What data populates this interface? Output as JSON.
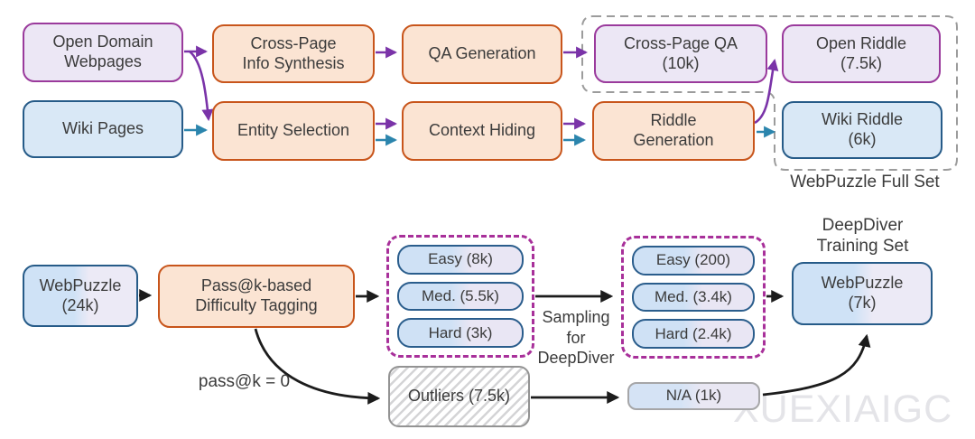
{
  "diagram_title": "WebPuzzle dataset construction pipeline",
  "top_flow": {
    "open_domain": {
      "label": "Open Domain\nWebpages"
    },
    "wiki_pages": {
      "label": "Wiki Pages"
    },
    "cross_page_synth": {
      "label": "Cross-Page\nInfo Synthesis"
    },
    "entity_selection": {
      "label": "Entity Selection"
    },
    "qa_generation": {
      "label": "QA Generation"
    },
    "context_hiding": {
      "label": "Context Hiding"
    },
    "cross_page_qa": {
      "label": "Cross-Page QA\n(10k)"
    },
    "riddle_generation": {
      "label": "Riddle\nGeneration"
    },
    "open_riddle": {
      "label": "Open Riddle\n(7.5k)"
    },
    "wiki_riddle": {
      "label": "Wiki Riddle\n(6k)"
    },
    "full_set_label": "WebPuzzle Full Set"
  },
  "bottom_flow": {
    "webpuzzle_24k": {
      "label": "WebPuzzle\n(24k)"
    },
    "difficulty_tagging": {
      "label": "Pass@k-based\nDifficulty Tagging"
    },
    "tagged_group": {
      "easy": "Easy (8k)",
      "med": "Med. (5.5k)",
      "hard": "Hard (3k)"
    },
    "sampled_group": {
      "easy": "Easy (200)",
      "med": "Med. (3.4k)",
      "hard": "Hard (2.4k)"
    },
    "sampling_label": "Sampling\nfor\nDeepDiver",
    "passk_label": "pass@k = 0",
    "outliers": {
      "label": "Outliers (7.5k)"
    },
    "na": {
      "label": "N/A (1k)"
    },
    "training_set_label": "DeepDiver\nTraining Set",
    "webpuzzle_7k": {
      "label": "WebPuzzle\n(7k)"
    }
  },
  "watermark": "XUEXIAIGC",
  "colors": {
    "orange_border": "#c8551b",
    "orange_fill": "#fbe4d3",
    "purple_border": "#9a3a9c",
    "purple_fill": "#ece7f5",
    "blue_border": "#265b88",
    "blue_fill": "#d9e8f6",
    "pill_border": "#2a5d8c",
    "purple_arrow": "#7a33a8",
    "teal_arrow": "#2b85ad",
    "black_arrow": "#1c1c1c",
    "magenta_dashed_border": "#a8309a",
    "gray_dashed_border": "#9c9c9c"
  }
}
